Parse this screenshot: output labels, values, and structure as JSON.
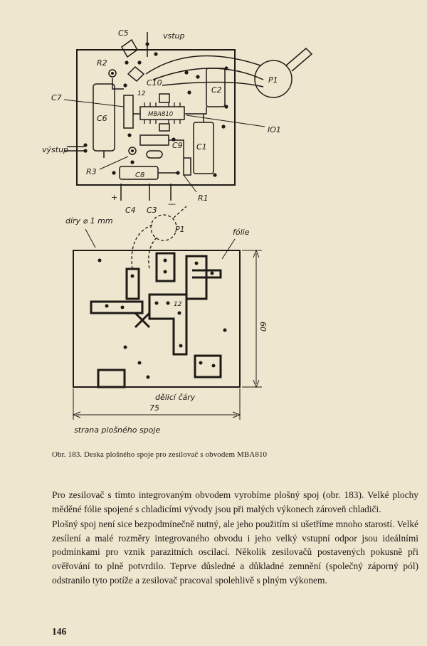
{
  "figure": {
    "labels": {
      "c5": "C5",
      "vstup": "vstup",
      "r2": "R2",
      "c10": "C10",
      "c7": "C7",
      "c6": "C6",
      "c2": "C2",
      "p1": "P1",
      "pin12": "12",
      "ic_text": "MBA810",
      "io1": "IO1",
      "vystup": "výstup",
      "c9": "C9",
      "c1": "C1",
      "r3": "R3",
      "c8": "C8",
      "r1": "R1",
      "c4": "C4",
      "c3": "C3",
      "plus": "+",
      "minus": "—",
      "diry": "díry ⌀ 1 mm",
      "p1b": "P1",
      "folie": "fólie",
      "pin12b": "12",
      "dim60": "60",
      "delici": "dělicí čáry",
      "dim75": "75",
      "strana": "strana plošného spoje"
    }
  },
  "caption": "Obr. 183. Deska plošného spoje pro zesilovač s obvodem MBA810",
  "paragraphs": [
    "Pro zesilovač s tímto integrovaným obvodem vyrobíme plošný spoj (obr. 183). Velké plochy měděné fólie spojené s chladicími vývody jsou při malých výkonech zároveň chladiči.",
    "Plošný spoj není sice bezpodmínečně nutný, ale jeho použitím si ušetříme mnoho starostí. Velké zesílení a malé rozměry integrovaného obvodu i jeho velký vstupní odpor jsou ideálními podmínkami pro vznik parazitních oscilací. Několik zesilovačů postavených pokusně při ověřování to plně potvrdilo. Teprve důsledné a důkladné zemnění (společný záporný pól) odstranilo tyto potíže a zesilovač pracoval spolehlivě s plným výkonem."
  ],
  "page_number": "146"
}
